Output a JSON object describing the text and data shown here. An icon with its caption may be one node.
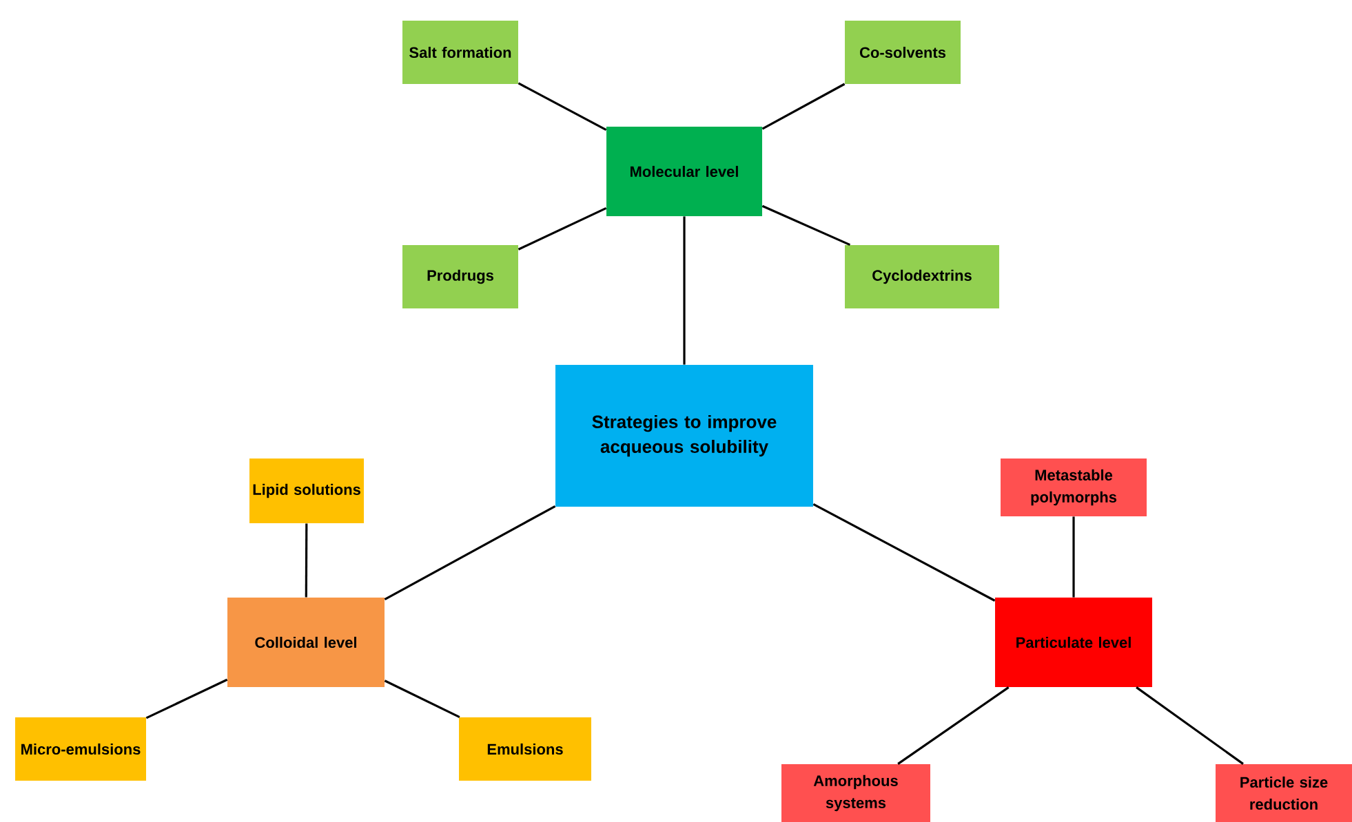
{
  "diagram": {
    "nodes": [
      {
        "text": [
          "Strategies to improve acqueous solubility"
        ]
      },
      {
        "text": [
          "Molecular level"
        ]
      },
      {
        "text": [
          "Salt formation"
        ]
      },
      {
        "text": [
          "Co-solvents"
        ]
      },
      {
        "text": [
          "Prodrugs"
        ]
      },
      {
        "text": [
          "Cyclodextrins"
        ]
      },
      {
        "text": [
          "Colloidal level"
        ]
      },
      {
        "text": [
          "Lipid solutions"
        ]
      },
      {
        "text": [
          "Micro-emulsions"
        ]
      },
      {
        "text": [
          "Emulsions"
        ]
      },
      {
        "text": [
          "Particulate level"
        ]
      },
      {
        "text": [
          "Metastable polymorphs"
        ]
      },
      {
        "text": [
          "Amorphous systems"
        ]
      },
      {
        "text": [
          "Particle size reduction"
        ]
      }
    ],
    "edges": [
      {
        "from": 0,
        "to": 1,
        "arrow": "none"
      },
      {
        "from": 1,
        "to": 2,
        "arrow": "none"
      },
      {
        "from": 1,
        "to": 3,
        "arrow": "none"
      },
      {
        "from": 1,
        "to": 4,
        "arrow": "none"
      },
      {
        "from": 1,
        "to": 5,
        "arrow": "none"
      },
      {
        "from": 0,
        "to": 6,
        "arrow": "none"
      },
      {
        "from": 6,
        "to": 7,
        "arrow": "none"
      },
      {
        "from": 6,
        "to": 8,
        "arrow": "none"
      },
      {
        "from": 6,
        "to": 9,
        "arrow": "none"
      },
      {
        "from": 0,
        "to": 10,
        "arrow": "none"
      },
      {
        "from": 10,
        "to": 11,
        "arrow": "none"
      },
      {
        "from": 10,
        "to": 12,
        "arrow": "none"
      },
      {
        "from": 10,
        "to": 13,
        "arrow": "none"
      }
    ]
  }
}
